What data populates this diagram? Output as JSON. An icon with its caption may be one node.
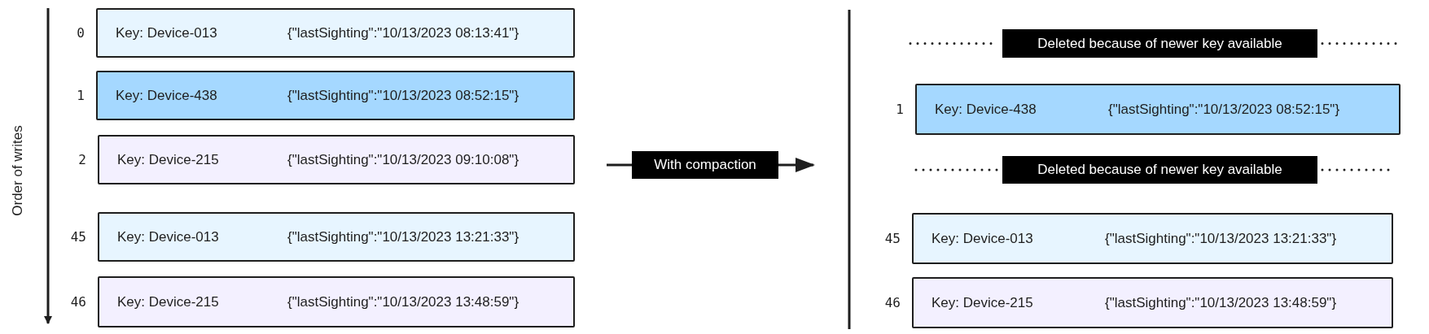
{
  "diagram": {
    "nodes": [
      {
        "text": [
          "Key: Device-013",
          "{\"lastSighting\":\"10/13/2023 08:13:41\"}"
        ],
        "beside": [
          "0"
        ]
      },
      {
        "text": [
          "Key: Device-438",
          "{\"lastSighting\":\"10/13/2023 08:52:15\"}"
        ],
        "beside": [
          "1"
        ]
      },
      {
        "text": [
          "Key: Device-215",
          "{\"lastSighting\":\"10/13/2023 09:10:08\"}"
        ],
        "beside": [
          "2"
        ]
      },
      {
        "text": [
          "Key: Device-013",
          "{\"lastSighting\":\"10/13/2023 13:21:33\"}"
        ],
        "beside": [
          "45"
        ]
      },
      {
        "text": [
          "Key: Device-215",
          "{\"lastSighting\":\"10/13/2023 13:48:59\"}"
        ],
        "beside": [
          "46"
        ]
      },
      {
        "text": [
          "Deleted because of newer key available"
        ]
      },
      {
        "text": [
          "Key: Device-438",
          "{\"lastSighting\":\"10/13/2023 08:52:15\"}"
        ],
        "beside": [
          "1"
        ]
      },
      {
        "text": [
          "Deleted because of newer key available"
        ]
      },
      {
        "text": [
          "Key: Device-013",
          "{\"lastSighting\":\"10/13/2023 13:21:33\"}"
        ],
        "beside": [
          "45"
        ]
      },
      {
        "text": [
          "Key: Device-215",
          "{\"lastSighting\":\"10/13/2023 13:48:59\"}"
        ],
        "beside": [
          "46"
        ]
      }
    ],
    "labels": [
      "Order of writes",
      "With compaction"
    ]
  }
}
